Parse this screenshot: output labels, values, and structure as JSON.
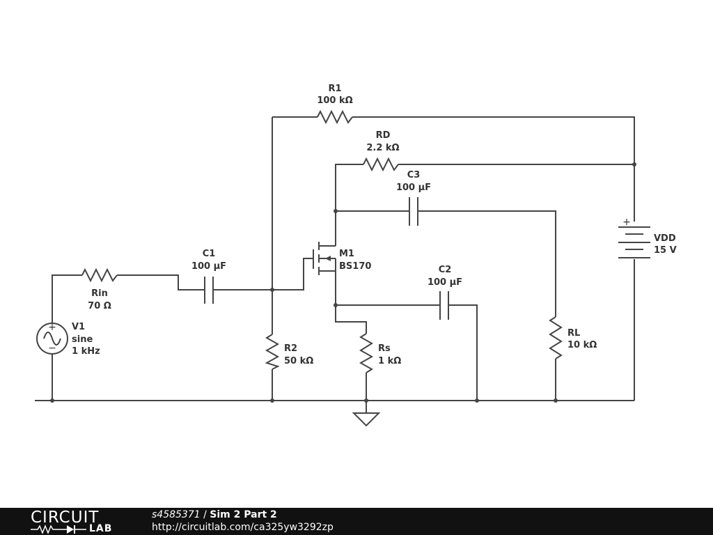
{
  "components": {
    "R1": {
      "name": "R1",
      "value": "100 kΩ"
    },
    "RD": {
      "name": "RD",
      "value": "2.2 kΩ"
    },
    "C3": {
      "name": "C3",
      "value": "100 µF"
    },
    "C1": {
      "name": "C1",
      "value": "100 µF"
    },
    "M1": {
      "name": "M1",
      "value": "BS170"
    },
    "C2": {
      "name": "C2",
      "value": "100 µF"
    },
    "Rin": {
      "name": "Rin",
      "value": "70 Ω"
    },
    "V1": {
      "name": "V1",
      "type": "sine",
      "value": "1 kHz"
    },
    "R2": {
      "name": "R2",
      "value": "50 kΩ"
    },
    "Rs": {
      "name": "Rs",
      "value": "1 kΩ"
    },
    "RL": {
      "name": "RL",
      "value": "10 kΩ"
    },
    "VDD": {
      "name": "VDD",
      "value": "15 V"
    }
  },
  "battery_marks": {
    "plus": "+"
  },
  "source_marks": {
    "plus": "+",
    "minus": "−"
  },
  "footer": {
    "logo_top": "CIRCUIT",
    "logo_bottom": "LAB",
    "user": "s4585371",
    "separator": " / ",
    "title": "Sim 2 Part 2",
    "url": "http://circuitlab.com/ca325yw3292zp"
  },
  "colors": {
    "wire": "#444444",
    "footer_bg": "#111111",
    "footer_text": "#ffffff"
  }
}
